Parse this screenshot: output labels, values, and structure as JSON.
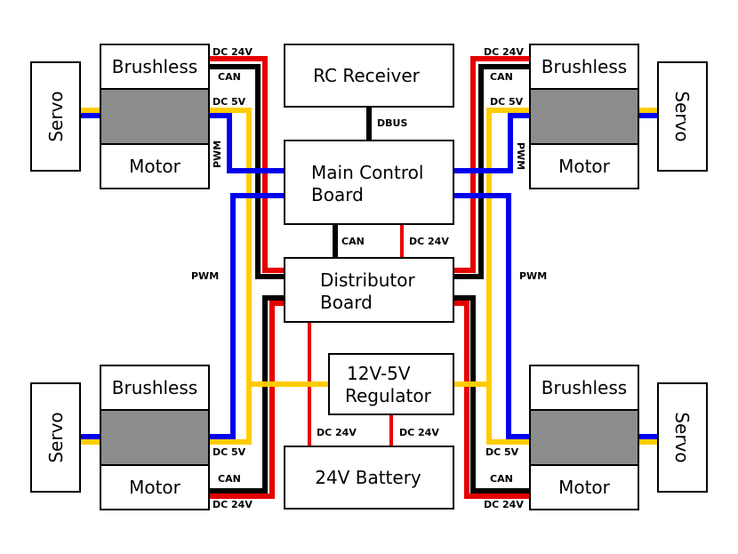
{
  "colors": {
    "can": "#000000",
    "dc24v": "#e60000",
    "dc5v": "#ffcc00",
    "pwm": "#0000ee",
    "motor_middle": "#8c8c8c"
  },
  "boxes": {
    "rc_receiver": "RC Receiver",
    "main_control_line1": "Main Control",
    "main_control_line2": "Board",
    "distributor_line1": "Distributor",
    "distributor_line2": "Board",
    "regulator_line1": "12V-5V",
    "regulator_line2": "Regulator",
    "battery": "24V Battery",
    "brushless": "Brushless",
    "motor": "Motor",
    "servo": "Servo"
  },
  "wire_labels": {
    "dc24v": "DC 24V",
    "can": "CAN",
    "dc5v": "DC 5V",
    "pwm": "PWM",
    "dbus": "DBUS"
  }
}
